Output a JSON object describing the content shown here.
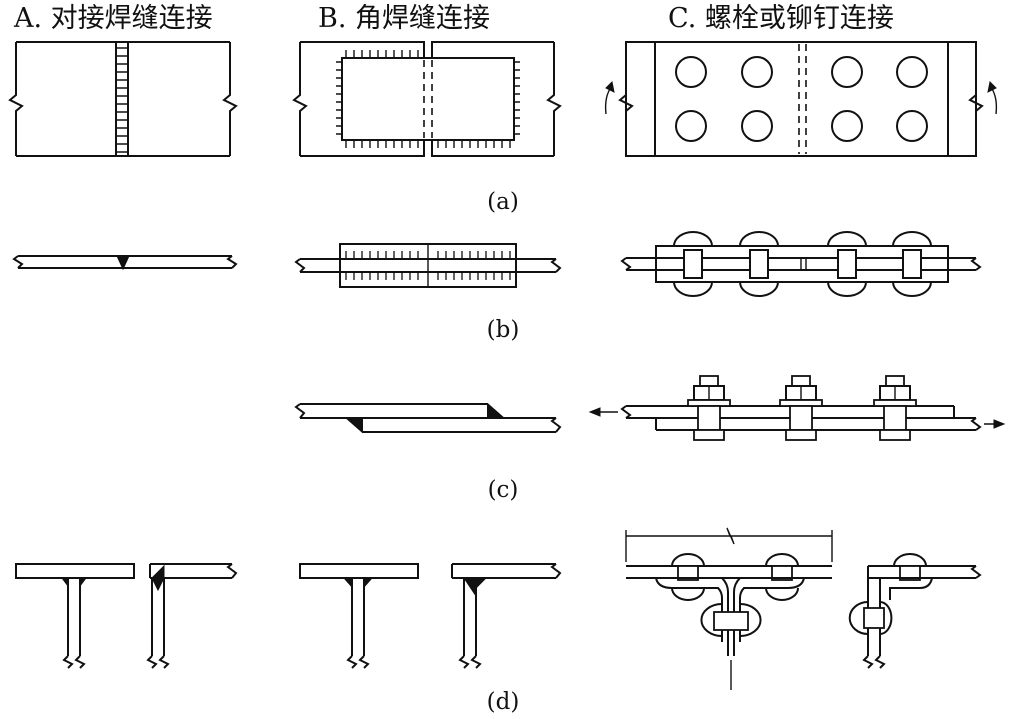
{
  "headers": {
    "a": "A. 对接焊缝连接",
    "b": "B. 角焊缝连接",
    "c": "C. 螺栓或铆钉连接"
  },
  "row_labels": {
    "a": "(a)",
    "b": "(b)",
    "c": "(c)",
    "d": "(d)"
  },
  "colors": {
    "line": "#111111",
    "background": "#ffffff"
  }
}
